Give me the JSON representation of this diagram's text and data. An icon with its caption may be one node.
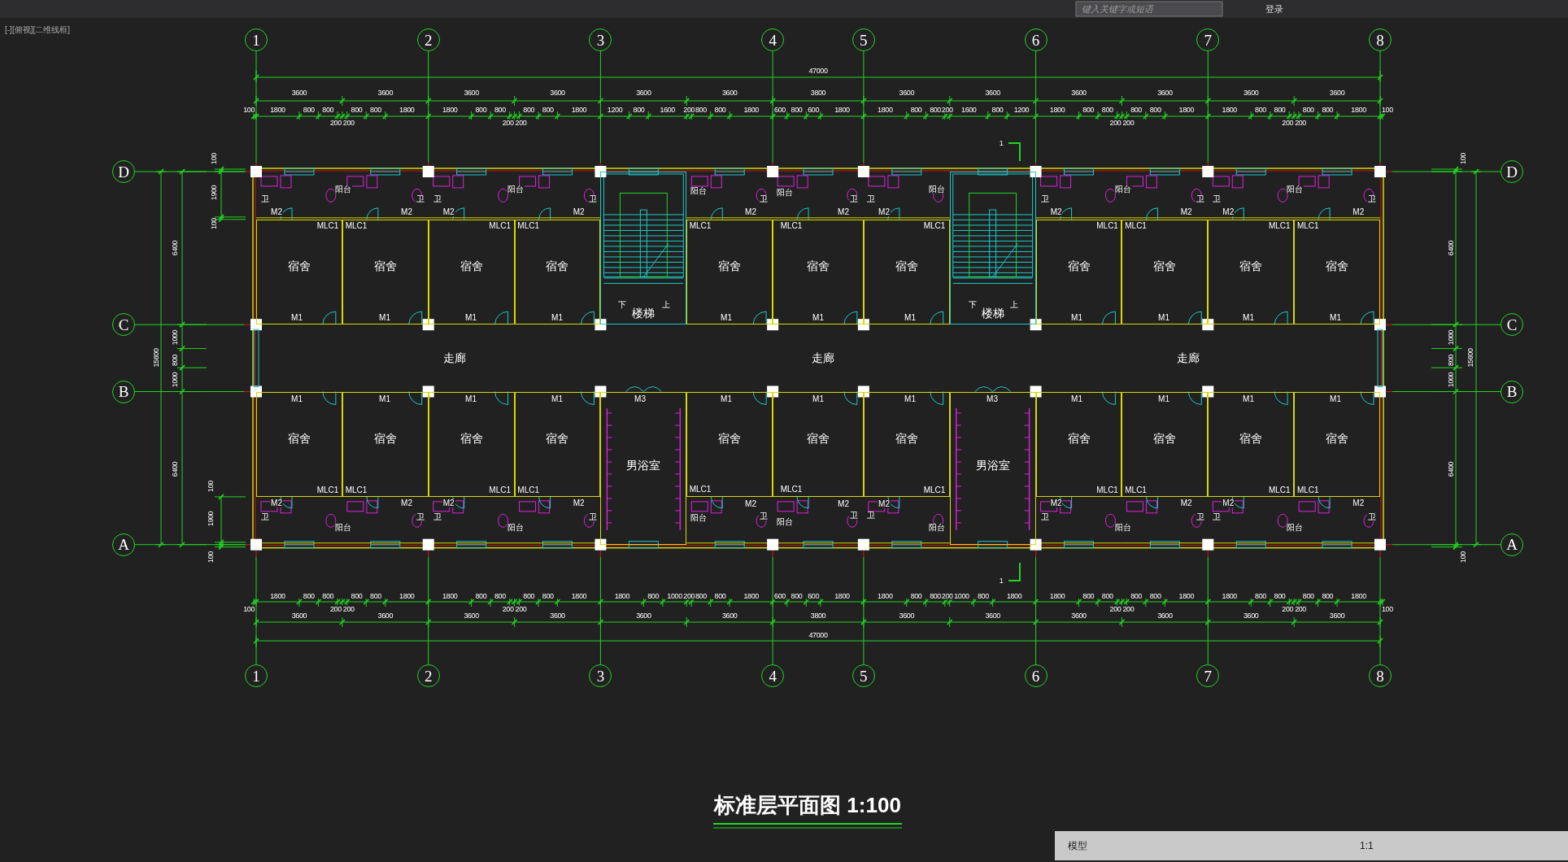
{
  "diagram": {
    "title": "标准层平面图 1:100",
    "nodes": [
      {
        "text": [
          "1"
        ]
      },
      {
        "text": [
          "2"
        ]
      },
      {
        "text": [
          "3"
        ]
      },
      {
        "text": [
          "4"
        ]
      },
      {
        "text": [
          "5"
        ]
      },
      {
        "text": [
          "6"
        ]
      },
      {
        "text": [
          "7"
        ]
      },
      {
        "text": [
          "8"
        ]
      },
      {
        "text": [
          "D"
        ]
      },
      {
        "text": [
          "D"
        ]
      },
      {
        "text": [
          "宿舍"
        ]
      },
      {
        "text": [
          "宿舍"
        ]
      },
      {
        "text": [
          "宿舍"
        ]
      },
      {
        "text": [
          "宿舍"
        ]
      },
      {
        "text": [
          "楼梯"
        ]
      },
      {
        "text": [
          "宿舍"
        ]
      },
      {
        "text": [
          "宿舍"
        ]
      },
      {
        "text": [
          "宿舍"
        ]
      },
      {
        "text": [
          "楼梯"
        ]
      },
      {
        "text": [
          "宿舍"
        ]
      },
      {
        "text": [
          "宿舍"
        ]
      },
      {
        "text": [
          "宿舍"
        ]
      },
      {
        "text": [
          "宿舍"
        ]
      },
      {
        "text": [
          "C"
        ]
      },
      {
        "text": [
          "C"
        ]
      },
      {
        "text": [
          "B"
        ]
      },
      {
        "text": [
          "B"
        ]
      },
      {
        "text": [
          "宿舍"
        ]
      },
      {
        "text": [
          "宿舍"
        ]
      },
      {
        "text": [
          "宿舍"
        ]
      },
      {
        "text": [
          "宿舍"
        ]
      },
      {
        "text": [
          "男浴室"
        ]
      },
      {
        "text": [
          "宿舍"
        ]
      },
      {
        "text": [
          "宿舍"
        ]
      },
      {
        "text": [
          "宿舍"
        ]
      },
      {
        "text": [
          "男浴室"
        ]
      },
      {
        "text": [
          "宿舍"
        ]
      },
      {
        "text": [
          "宿舍"
        ]
      },
      {
        "text": [
          "宿舍"
        ]
      },
      {
        "text": [
          "宿舍"
        ]
      },
      {
        "text": [
          "A"
        ]
      },
      {
        "text": [
          "A"
        ]
      },
      {
        "text": [
          "1"
        ]
      },
      {
        "text": [
          "2"
        ]
      },
      {
        "text": [
          "3"
        ]
      },
      {
        "text": [
          "4"
        ]
      },
      {
        "text": [
          "5"
        ]
      },
      {
        "text": [
          "6"
        ]
      },
      {
        "text": [
          "7"
        ]
      },
      {
        "text": [
          "8"
        ]
      }
    ],
    "labels": [
      "键入关键字或短语",
      "登录",
      "[-][俯视][二维线框]",
      "47000",
      "3600",
      "3600",
      "3600",
      "3600",
      "3600",
      "3600",
      "3800",
      "3600",
      "3600",
      "3600",
      "3600",
      "3600",
      "3600",
      "100",
      "1800",
      "800",
      "800",
      "200",
      "200",
      "800",
      "800",
      "1800",
      "1800",
      "800",
      "800",
      "200",
      "200",
      "800",
      "800",
      "1800",
      "1200",
      "800",
      "1600",
      "200",
      "800",
      "800",
      "1800",
      "600",
      "800",
      "600",
      "1800",
      "1800",
      "800",
      "800",
      "200",
      "1600",
      "800",
      "1200",
      "1800",
      "800",
      "800",
      "200",
      "200",
      "800",
      "800",
      "1800",
      "1800",
      "800",
      "800",
      "200",
      "200",
      "800",
      "800",
      "1800",
      "100",
      "1",
      "100",
      "1900",
      "100",
      "6400",
      "1000",
      "15600",
      "800",
      "1000",
      "6400",
      "100",
      "1900",
      "100",
      "100",
      "6400",
      "1000",
      "800",
      "15600",
      "1000",
      "6400",
      "100",
      "卫",
      "M2",
      "MLC1",
      "阳台",
      "MLC1",
      "M2",
      "卫",
      "卫",
      "M2",
      "MLC1",
      "阳台",
      "MLC1",
      "M2",
      "卫",
      "阳台",
      "MLC1",
      "M2",
      "卫",
      "阳台",
      "MLC1",
      "M2",
      "卫",
      "卫",
      "M2",
      "MLC1",
      "阳台",
      "卫",
      "M2",
      "MLC1",
      "阳台",
      "MLC1",
      "M2",
      "卫",
      "卫",
      "M2",
      "MLC1",
      "阳台",
      "MLC1",
      "M2",
      "卫",
      "M1",
      "M1",
      "M1",
      "M1",
      "M1",
      "M1",
      "M1",
      "M1",
      "M1",
      "M1",
      "M1",
      "下",
      "上",
      "下",
      "上",
      "走廊",
      "走廊",
      "走廊",
      "M1",
      "M1",
      "M1",
      "M1",
      "M3",
      "M1",
      "M1",
      "M1",
      "M3",
      "M1",
      "M1",
      "M1",
      "M1",
      "卫",
      "M2",
      "MLC1",
      "阳台",
      "MLC1",
      "M2",
      "卫",
      "卫",
      "M2",
      "MLC1",
      "阳台",
      "MLC1",
      "M2",
      "卫",
      "阳台",
      "MLC1",
      "M2",
      "卫",
      "阳台",
      "MLC1",
      "M2",
      "卫",
      "卫",
      "M2",
      "MLC1",
      "阳台",
      "卫",
      "M2",
      "MLC1",
      "阳台",
      "MLC1",
      "M2",
      "卫",
      "卫",
      "M2",
      "MLC1",
      "阳台",
      "MLC1",
      "M2",
      "卫",
      "1",
      "100",
      "1800",
      "800",
      "800",
      "200",
      "200",
      "800",
      "800",
      "1800",
      "1800",
      "800",
      "800",
      "200",
      "200",
      "800",
      "800",
      "1800",
      "1800",
      "800",
      "1000",
      "200",
      "800",
      "800",
      "1800",
      "600",
      "800",
      "600",
      "1800",
      "1800",
      "800",
      "800",
      "200",
      "1000",
      "800",
      "1800",
      "1800",
      "800",
      "800",
      "200",
      "200",
      "800",
      "800",
      "1800",
      "1800",
      "800",
      "800",
      "200",
      "200",
      "800",
      "800",
      "1800",
      "100",
      "3600",
      "3600",
      "3600",
      "3600",
      "3600",
      "3600",
      "3800",
      "3600",
      "3600",
      "3600",
      "3600",
      "3600",
      "3600",
      "47000",
      "模型",
      "1:1"
    ]
  }
}
